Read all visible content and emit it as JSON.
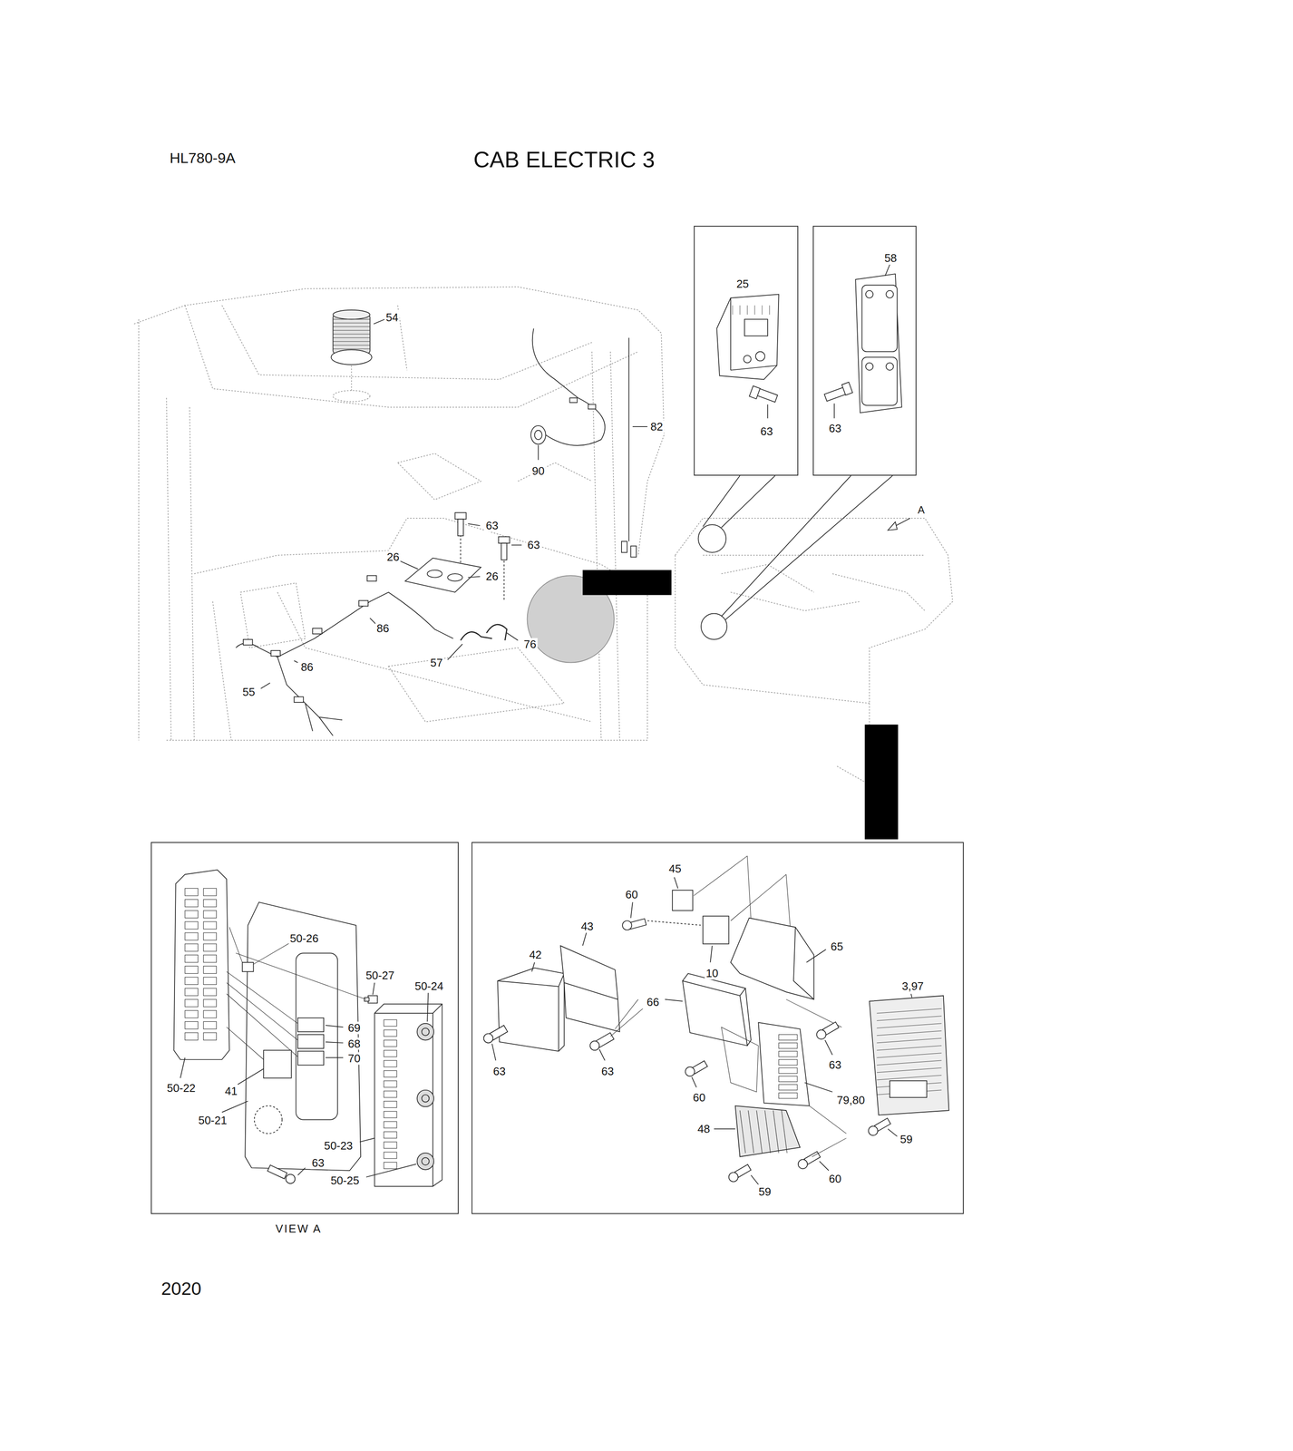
{
  "diagram": {
    "title": "CAB ELECTRIC 3",
    "nodes": [
      {
        "text": [
          "25",
          "63"
        ]
      },
      {
        "text": [
          "58",
          "63"
        ]
      },
      {
        "text": [
          "50-26",
          "50-27",
          "50-24",
          "69",
          "68",
          "70",
          "50-22",
          "41",
          "50-21",
          "63",
          "50-23",
          "50-25",
          "VIEW A"
        ]
      },
      {
        "text": [
          "45",
          "60",
          "43",
          "65",
          "42",
          "10",
          "3,97",
          "66",
          "63",
          "63",
          "63",
          "60",
          "79,80",
          "48",
          "59",
          "59",
          "60"
        ]
      }
    ],
    "labels": [
      "HL780-9A",
      "54",
      "82",
      "90",
      "63",
      "63",
      "26",
      "26",
      "86",
      "86",
      "76",
      "57",
      "55",
      "A",
      "2020"
    ]
  }
}
